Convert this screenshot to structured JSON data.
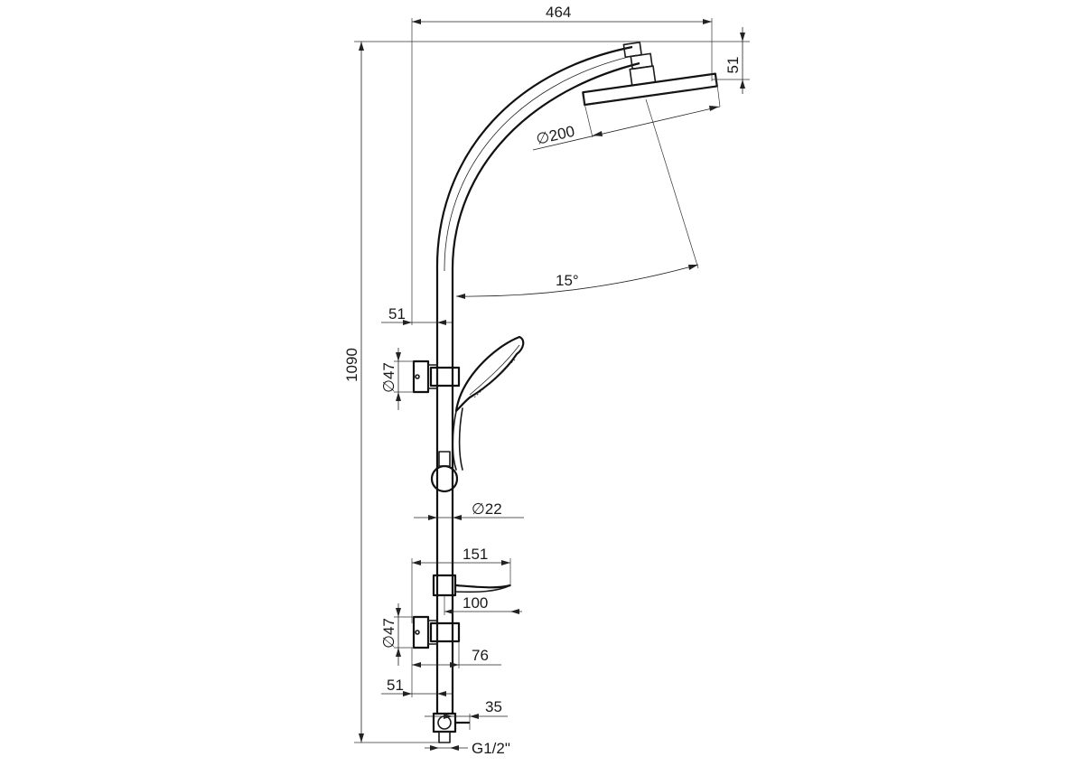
{
  "drawing": {
    "subject": "shower system",
    "dimensions": {
      "top_width": "464",
      "head_offset": "51",
      "head_diameter": "∅200",
      "tilt_angle": "15°",
      "total_height": "1090",
      "upper_wall_offset": "51",
      "upper_bracket_diameter": "∅47",
      "pipe_diameter": "∅22",
      "holder_reach": "151",
      "holder_arm": "100",
      "lower_bracket_diameter": "∅47",
      "lower_bracket_depth": "76",
      "lower_wall_offset": "51",
      "valve_offset": "35",
      "thread": "G1/2\""
    }
  }
}
